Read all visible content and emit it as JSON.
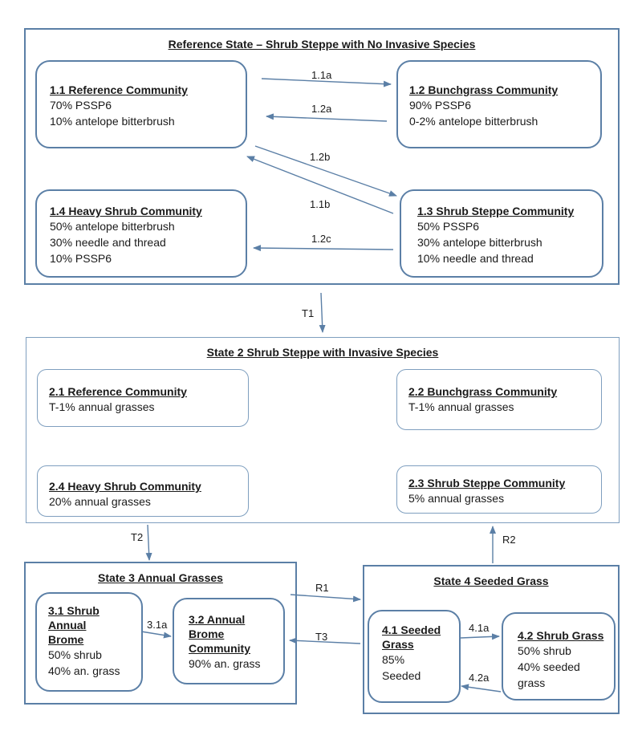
{
  "state1": {
    "title": "Reference State – Shrub Steppe with No Invasive Species",
    "c11": {
      "title": "1.1 Reference Community",
      "lines": [
        "70% PSSP6",
        "10% antelope bitterbrush"
      ]
    },
    "c12": {
      "title": "1.2 Bunchgrass Community",
      "lines": [
        "90% PSSP6",
        "0-2% antelope bitterbrush"
      ]
    },
    "c13": {
      "title": "1.3 Shrub Steppe Community",
      "lines": [
        "50% PSSP6",
        "30% antelope bitterbrush",
        "10% needle and thread"
      ]
    },
    "c14": {
      "title": "1.4 Heavy Shrub Community",
      "lines": [
        "50% antelope bitterbrush",
        "30% needle and thread",
        "10% PSSP6"
      ]
    }
  },
  "state2": {
    "title": "State 2 Shrub Steppe with Invasive Species",
    "c21": {
      "title": "2.1  Reference Community",
      "lines": [
        "T-1% annual grasses"
      ]
    },
    "c22": {
      "title": "2.2 Bunchgrass Community",
      "lines": [
        "T-1% annual grasses"
      ]
    },
    "c23": {
      "title": "2.3 Shrub Steppe Community",
      "lines": [
        "5% annual grasses"
      ]
    },
    "c24": {
      "title": "2.4 Heavy Shrub Community",
      "lines": [
        "20% annual grasses"
      ]
    }
  },
  "state3": {
    "title": "State 3 Annual Grasses",
    "c31": {
      "title": [
        "3.1 Shrub",
        "Annual",
        "Brome"
      ],
      "lines": [
        "50% shrub",
        "40% an. grass"
      ]
    },
    "c32": {
      "title": [
        "3.2 Annual",
        "Brome",
        "Community"
      ],
      "lines": [
        "90% an. grass"
      ]
    }
  },
  "state4": {
    "title": "State 4 Seeded Grass",
    "c41": {
      "title": [
        "4.1 Seeded",
        "Grass"
      ],
      "lines": [
        "85%",
        "Seeded"
      ]
    },
    "c42": {
      "title": "4.2 Shrub Grass",
      "lines": [
        "50% shrub",
        "40% seeded",
        "grass"
      ]
    }
  },
  "labels": {
    "p11a": "1.1a",
    "p12a": "1.2a",
    "p12b": "1.2b",
    "p11b": "1.1b",
    "p12c": "1.2c",
    "t1": "T1",
    "t2": "T2",
    "r2": "R2",
    "r1": "R1",
    "t3": "T3",
    "p31a": "3.1a",
    "p41a": "4.1a",
    "p42a": "4.2a"
  },
  "colors": {
    "border": "#5b7fa6",
    "arrow": "#5b7fa6"
  }
}
